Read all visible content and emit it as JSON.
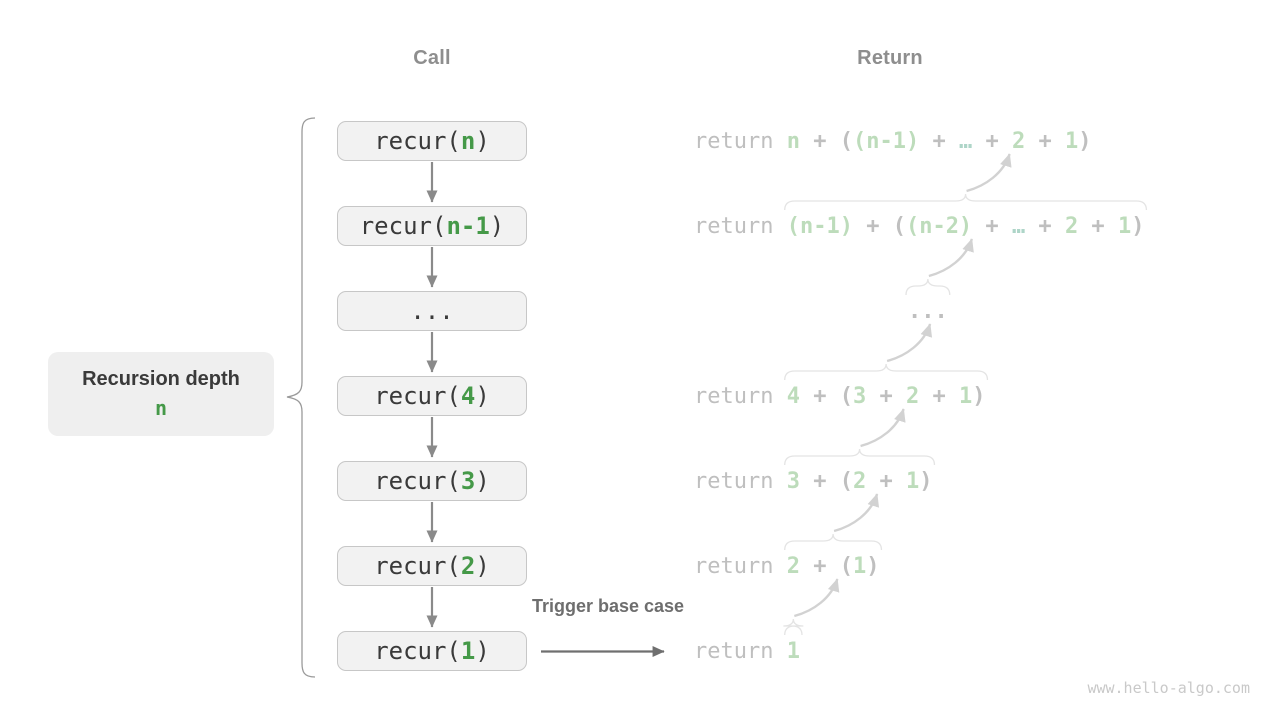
{
  "headers": {
    "call": "Call",
    "return": "Return"
  },
  "depth_label": {
    "title": "Recursion depth",
    "value": "n"
  },
  "trigger_label": "Trigger base case",
  "watermark": "www.hello-algo.com",
  "colors": {
    "green": "#459948",
    "dark_text": "#3a3a3a",
    "box_fill": "#f2f2f2",
    "box_border": "#c7c7c7",
    "depth_fill": "#efefef",
    "header_gray": "#8e8e8e",
    "trigger_gray": "#6e6e6e",
    "ret_gray": "#bfbfbf",
    "pale_green": "#bddcbb",
    "pale_teal": "#aed5c8",
    "arrow_gray": "#8a8a8a",
    "horiz_arrow": "#6f6f6f",
    "curve_arrow": "#d2d2d2",
    "overbrace": "#e4e4e4",
    "side_brace": "#9a9a9a",
    "watermark_gray": "#c9c9c9"
  },
  "rows": [
    {
      "call": [
        [
          "recur(",
          "dark"
        ],
        [
          "n",
          "green"
        ],
        [
          ")",
          "dark"
        ]
      ],
      "ret": {
        "prefix": "return ",
        "indent": 0,
        "expr": [
          [
            "n",
            "pg"
          ],
          [
            " + ",
            "g"
          ],
          [
            "(",
            "g"
          ],
          [
            "(n-1)",
            "pg"
          ],
          [
            " + ",
            "g"
          ],
          [
            "…",
            "pt"
          ],
          [
            " + ",
            "g"
          ],
          [
            "2",
            "pg"
          ],
          [
            " + ",
            "g"
          ],
          [
            "1",
            "pg"
          ],
          [
            ")",
            "g"
          ]
        ]
      },
      "brace": false
    },
    {
      "call": [
        [
          "recur(",
          "dark"
        ],
        [
          "n-1",
          "green"
        ],
        [
          ")",
          "dark"
        ]
      ],
      "ret": {
        "prefix": "return ",
        "indent": 0,
        "expr": [
          [
            "(n-1)",
            "pg"
          ],
          [
            " + ",
            "g"
          ],
          [
            "(",
            "g"
          ],
          [
            "(n-2)",
            "pg"
          ],
          [
            " + ",
            "g"
          ],
          [
            "…",
            "pt"
          ],
          [
            " + ",
            "g"
          ],
          [
            "2",
            "pg"
          ],
          [
            " + ",
            "g"
          ],
          [
            "1",
            "pg"
          ],
          [
            ")",
            "g"
          ]
        ]
      },
      "brace": true
    },
    {
      "call": [
        [
          "...",
          "dark"
        ]
      ],
      "ret": {
        "prefix": "",
        "indent": 214,
        "expr": [
          [
            "...",
            "g"
          ]
        ]
      },
      "brace": true
    },
    {
      "call": [
        [
          "recur(",
          "dark"
        ],
        [
          "4",
          "green"
        ],
        [
          ")",
          "dark"
        ]
      ],
      "ret": {
        "prefix": "return ",
        "indent": 0,
        "expr": [
          [
            "4",
            "pg"
          ],
          [
            " + ",
            "g"
          ],
          [
            "(",
            "g"
          ],
          [
            "3",
            "pg"
          ],
          [
            " + ",
            "g"
          ],
          [
            "2",
            "pg"
          ],
          [
            " + ",
            "g"
          ],
          [
            "1",
            "pg"
          ],
          [
            ")",
            "g"
          ]
        ]
      },
      "brace": true
    },
    {
      "call": [
        [
          "recur(",
          "dark"
        ],
        [
          "3",
          "green"
        ],
        [
          ")",
          "dark"
        ]
      ],
      "ret": {
        "prefix": "return ",
        "indent": 0,
        "expr": [
          [
            "3",
            "pg"
          ],
          [
            " + ",
            "g"
          ],
          [
            "(",
            "g"
          ],
          [
            "2",
            "pg"
          ],
          [
            " + ",
            "g"
          ],
          [
            "1",
            "pg"
          ],
          [
            ")",
            "g"
          ]
        ]
      },
      "brace": true
    },
    {
      "call": [
        [
          "recur(",
          "dark"
        ],
        [
          "2",
          "green"
        ],
        [
          ")",
          "dark"
        ]
      ],
      "ret": {
        "prefix": "return ",
        "indent": 0,
        "expr": [
          [
            "2",
            "pg"
          ],
          [
            " + ",
            "g"
          ],
          [
            "(",
            "g"
          ],
          [
            "1",
            "pg"
          ],
          [
            ")",
            "g"
          ]
        ]
      },
      "brace": true
    },
    {
      "call": [
        [
          "recur(",
          "dark"
        ],
        [
          "1",
          "green"
        ],
        [
          ")",
          "dark"
        ]
      ],
      "ret": {
        "prefix": "return ",
        "indent": 0,
        "expr": [
          [
            "1",
            "pg"
          ]
        ]
      },
      "brace": true
    }
  ]
}
